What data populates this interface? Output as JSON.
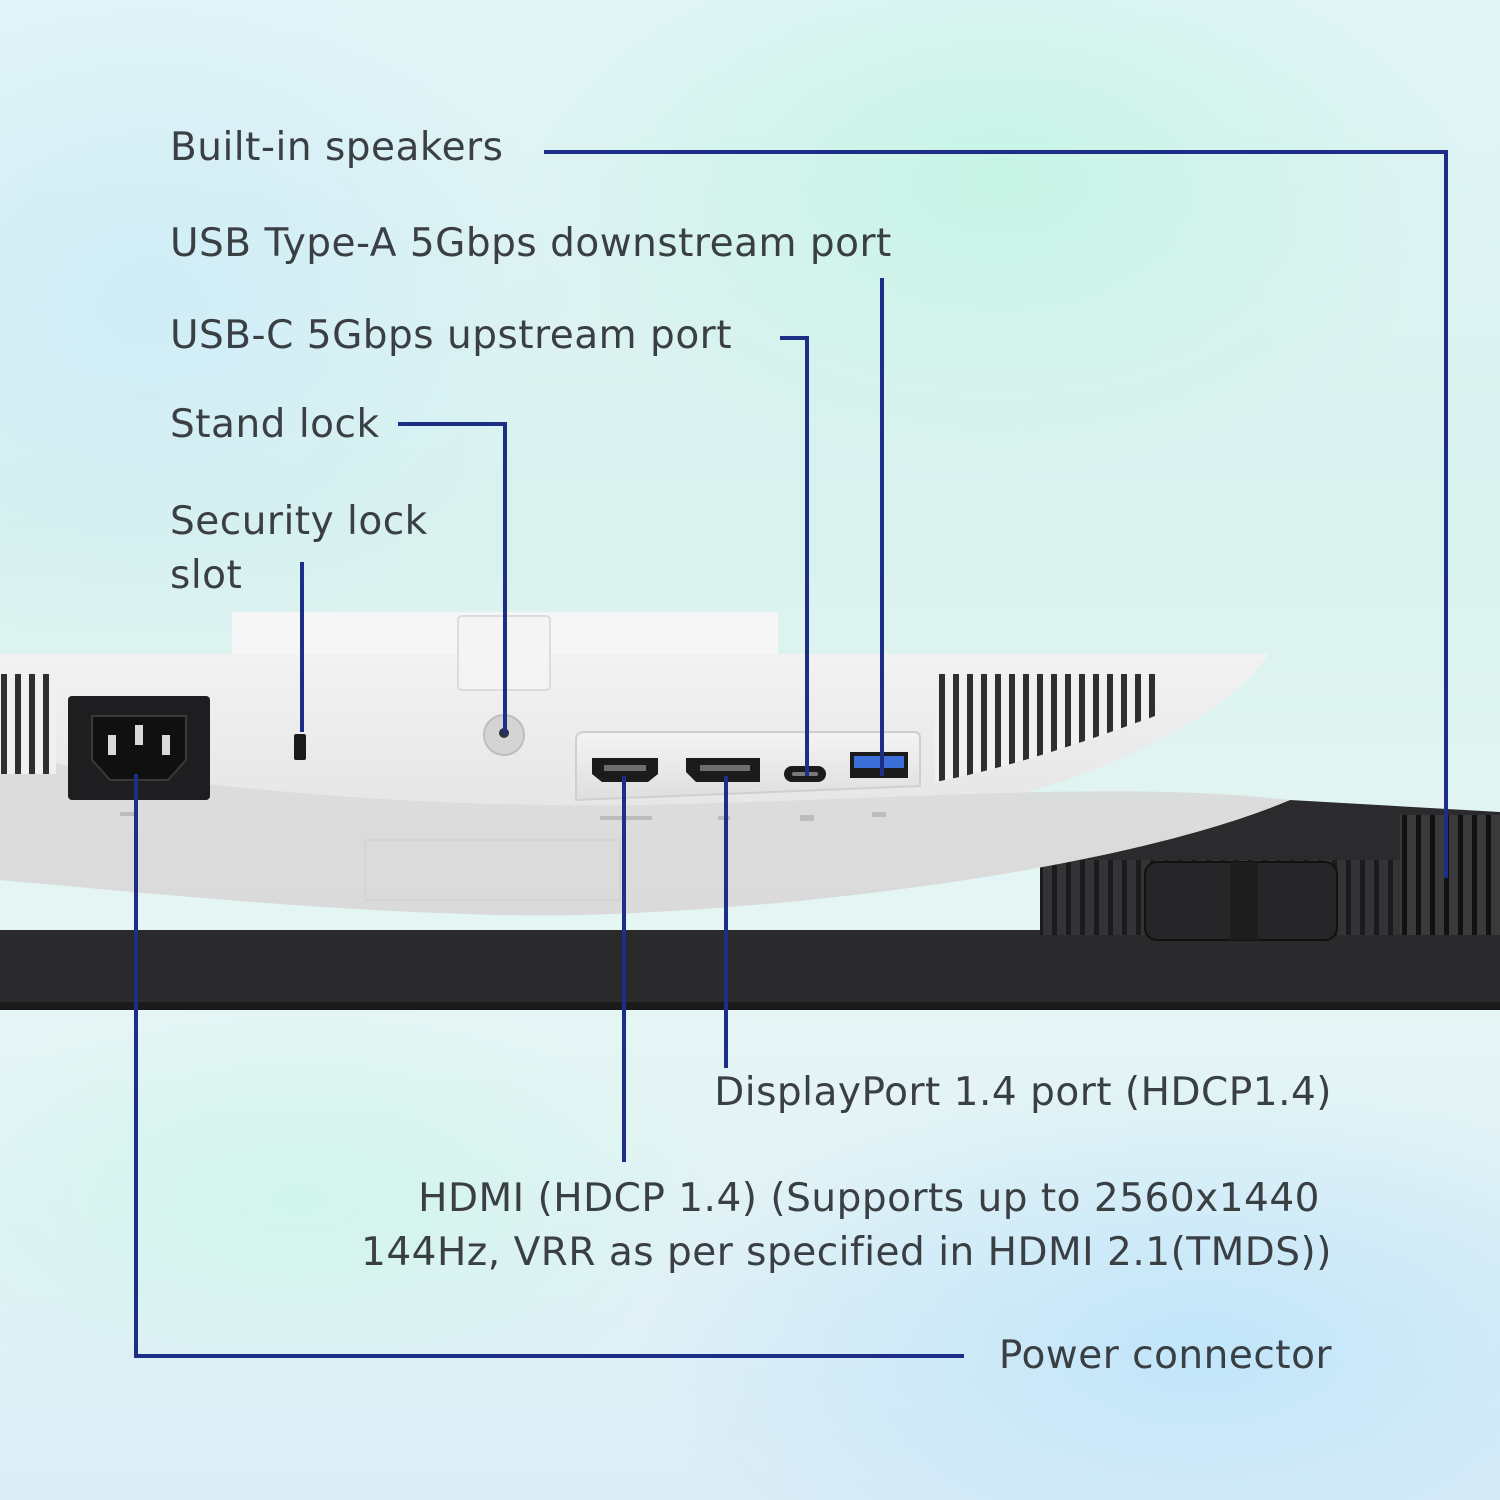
{
  "callouts": {
    "speakers": "Built-in speakers",
    "usb_a": "USB Type-A 5Gbps downstream port",
    "usb_c": "USB-C 5Gbps upstream port",
    "stand_lock": "Stand lock",
    "security_lock_line1": "Security lock",
    "security_lock_line2": "slot",
    "displayport": "DisplayPort 1.4 port (HDCP1.4)",
    "hdmi_line1": "HDMI (HDCP 1.4) (Supports up to 2560x1440",
    "hdmi_line2": "144Hz, VRR as per specified in HDMI 2.1(TMDS))",
    "power": "Power connector"
  },
  "colors": {
    "leader_line": "#1c2e86",
    "text": "#3a3f44",
    "bezel_dark": "#2a2a2c",
    "panel_light": "#ececec",
    "usb_a_blue": "#3c6fd8"
  }
}
